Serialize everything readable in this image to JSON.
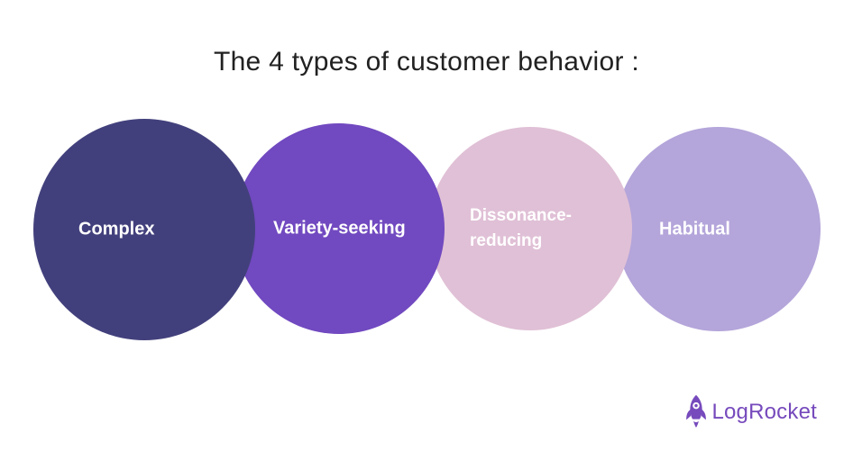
{
  "title": "The 4 types of customer behavior :",
  "title_color": "#212121",
  "background_color": "#ffffff",
  "circles": [
    {
      "label": "Complex",
      "fill": "#42407c",
      "text_color": "#ffffff"
    },
    {
      "label": "Variety-seeking",
      "fill": "#7149c0",
      "text_color": "#ffffff"
    },
    {
      "label": "Dissonance-reducing",
      "label_line1": "Dissonance-",
      "label_line2": "reducing",
      "fill": "#e0c0d6",
      "text_color": "#ffffff"
    },
    {
      "label": "Habitual",
      "fill": "#b4a5da",
      "text_color": "#ffffff"
    }
  ],
  "logo": {
    "text": "LogRocket",
    "brand_color": "#764abc",
    "icon": "rocket-icon"
  }
}
